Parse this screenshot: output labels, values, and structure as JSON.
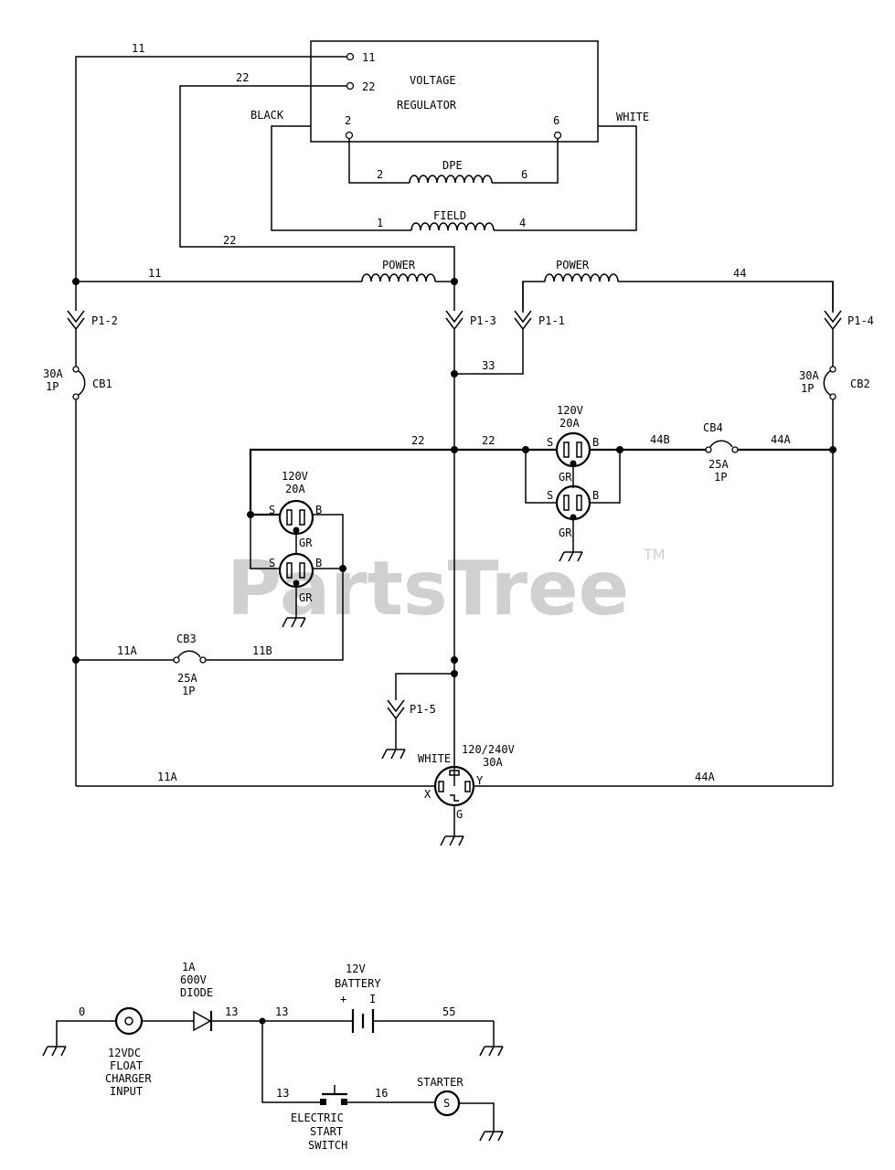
{
  "watermark": {
    "text": "PartsTree",
    "tm": "TM"
  },
  "regulator": {
    "title1": "VOLTAGE",
    "title2": "REGULATOR",
    "t11": "11",
    "t22": "22",
    "t2": "2",
    "t6": "6"
  },
  "wires": {
    "w11_top": "11",
    "w22_top": "22",
    "black": "BLACK",
    "white": "WHITE",
    "w22_left": "22",
    "w11_power": "11",
    "w44_power": "44",
    "w33": "33",
    "w22_a": "22",
    "w22_b": "22",
    "w44b": "44B",
    "w44a_top": "44A",
    "w11a_cb3": "11A",
    "w11b": "11B",
    "w11a_bot": "11A",
    "w44a_bot": "44A"
  },
  "coils": {
    "dpe": {
      "label": "DPE",
      "left": "2",
      "right": "6"
    },
    "field": {
      "label": "FIELD",
      "left": "1",
      "right": "4"
    },
    "power_left": "POWER",
    "power_right": "POWER"
  },
  "plugs": {
    "p12": "P1-2",
    "p13": "P1-3",
    "p11": "P1-1",
    "p14": "P1-4",
    "p15": "P1-5"
  },
  "breakers": {
    "cb1": {
      "name": "CB1",
      "rating": "30A",
      "poles": "1P"
    },
    "cb2": {
      "name": "CB2",
      "rating": "30A",
      "poles": "1P"
    },
    "cb3": {
      "name": "CB3",
      "rating": "25A",
      "poles": "1P"
    },
    "cb4": {
      "name": "CB4",
      "rating": "25A",
      "poles": "1P"
    }
  },
  "receptacles": {
    "left": {
      "volts": "120V",
      "amps": "20A",
      "s": "S",
      "b": "B",
      "gr": "GR"
    },
    "right": {
      "volts": "120V",
      "amps": "20A",
      "s": "S",
      "b": "B",
      "gr": "GR"
    },
    "twist": {
      "volts": "120/240V",
      "amps": "30A",
      "white": "WHITE",
      "x": "X",
      "y": "Y",
      "g": "G"
    }
  },
  "starter_circuit": {
    "w0": "0",
    "w13a": "13",
    "w13b": "13",
    "w13c": "13",
    "w55": "55",
    "w16": "16",
    "diode": [
      "1A",
      "600V",
      "DIODE"
    ],
    "charger": [
      "12VDC",
      "FLOAT",
      "CHARGER",
      "INPUT"
    ],
    "battery": {
      "label": "12V",
      "label2": "BATTERY",
      "plus": "+",
      "minus": "I"
    },
    "starter": {
      "label": "STARTER",
      "symbol": "S"
    },
    "switch": [
      "ELECTRIC",
      "START",
      "SWITCH"
    ]
  }
}
